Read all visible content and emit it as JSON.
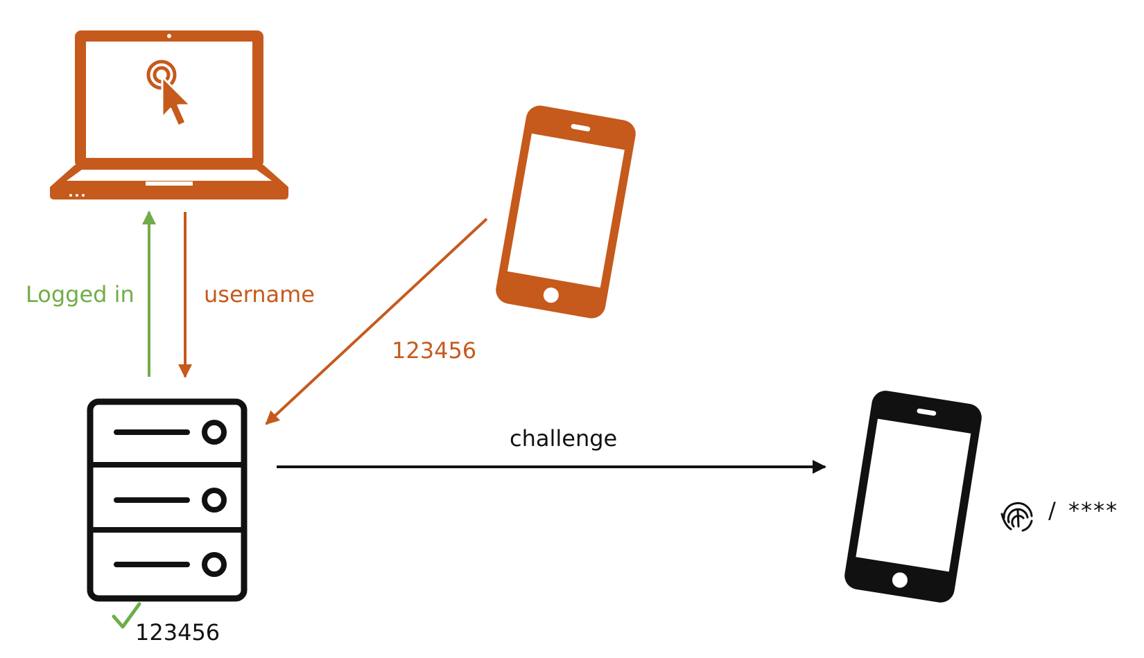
{
  "labels": {
    "logged_in": "Logged in",
    "username": "username",
    "otp_sent": "123456",
    "challenge": "challenge",
    "server_verified": "123456",
    "check_mark": "✓",
    "auth_separator": "/",
    "pin_mask": "****"
  },
  "icons": {
    "laptop": "laptop-icon",
    "click_target": "click-target-icon",
    "cursor": "cursor-arrow-icon",
    "server": "server-icon",
    "phone_orange": "phone-icon",
    "phone_black": "phone-icon",
    "fingerprint": "fingerprint-icon"
  },
  "colors": {
    "orange": "#C55A1C",
    "green": "#70AD47",
    "black": "#111111",
    "white": "#FFFFFF"
  }
}
